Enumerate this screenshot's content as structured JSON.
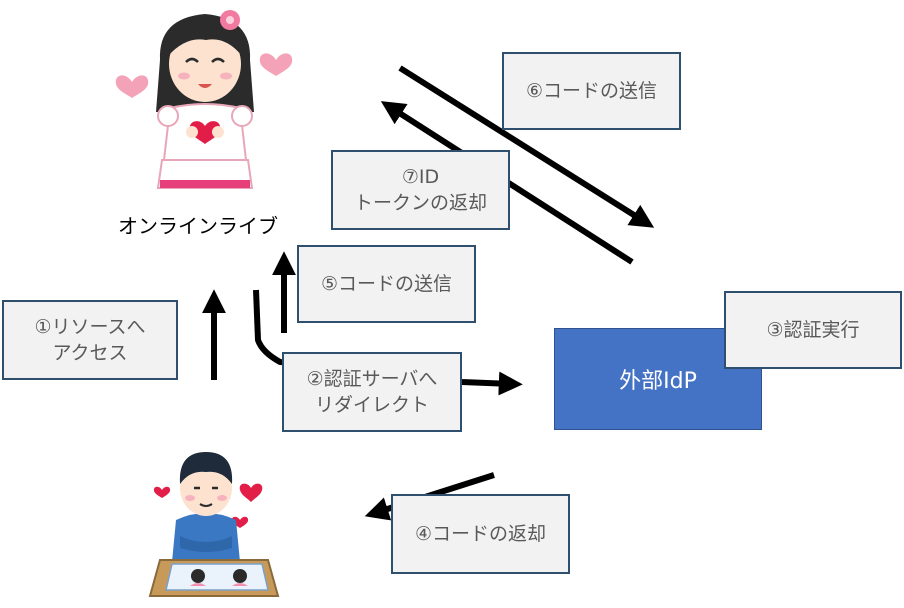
{
  "caption": "オンラインライブ",
  "idp_label": "外部IdP",
  "steps": {
    "s1": [
      "①リソースへ",
      "アクセス"
    ],
    "s2": [
      "②認証サーバへ",
      "リダイレクト"
    ],
    "s3": [
      "③認証実行"
    ],
    "s4": [
      "④コードの返却"
    ],
    "s5": [
      "⑤コードの送信"
    ],
    "s6": [
      "⑥コードの送信"
    ],
    "s7": [
      "⑦ID",
      "トークンの返却"
    ]
  },
  "colors": {
    "idp_fill": "#4472c4",
    "box_fill": "#f2f2f2",
    "box_border": "#2f4f6f",
    "arrow": "#000000"
  }
}
